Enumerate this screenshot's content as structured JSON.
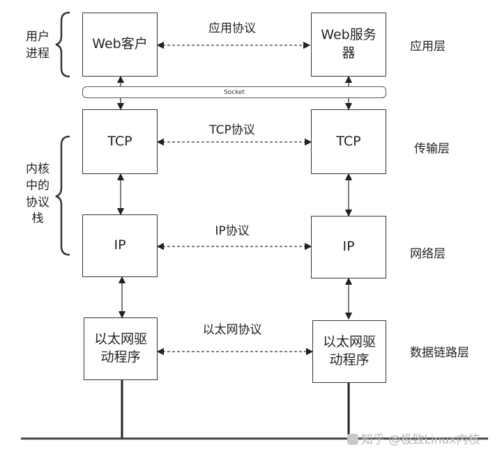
{
  "left_stack": {
    "web": "Web客户",
    "tcp": "TCP",
    "ip": "IP",
    "eth": "以太网驱动程序"
  },
  "right_stack": {
    "web": "Web服务器",
    "tcp": "TCP",
    "ip": "IP",
    "eth": "以太网驱动程序"
  },
  "protocols": {
    "app": "应用协议",
    "tcp": "TCP协议",
    "ip": "IP协议",
    "eth": "以太网协议"
  },
  "layers": {
    "app": "应用层",
    "transport": "传输层",
    "network": "网络层",
    "datalink": "数据链路层"
  },
  "left_groups": {
    "user_process": "用户进程",
    "kernel_stack": "内核中的协议栈"
  },
  "socket_label": "Socket",
  "watermark": "知乎 @极致Linux内核"
}
